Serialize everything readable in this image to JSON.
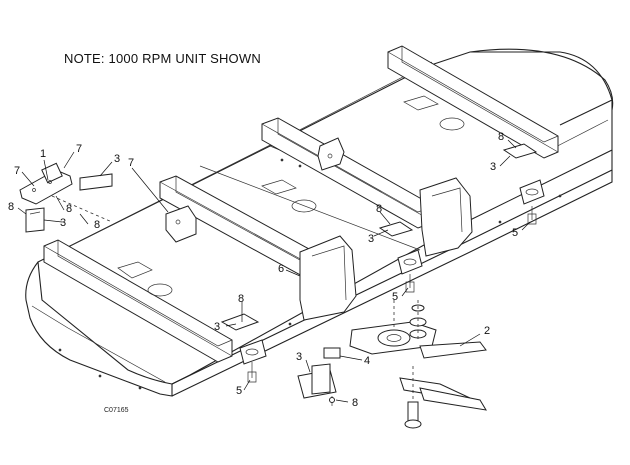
{
  "note": "NOTE: 1000 RPM UNIT SHOWN",
  "drawing_code": "C07165",
  "callouts": [
    {
      "id": "c1",
      "text": "1"
    },
    {
      "id": "c7a",
      "text": "7"
    },
    {
      "id": "c3a",
      "text": "3"
    },
    {
      "id": "c7b",
      "text": "7"
    },
    {
      "id": "c8a",
      "text": "8"
    },
    {
      "id": "c8b",
      "text": "8"
    },
    {
      "id": "c3b",
      "text": "3"
    },
    {
      "id": "c8c",
      "text": "8"
    },
    {
      "id": "c7c",
      "text": "7"
    },
    {
      "id": "c8d",
      "text": "8"
    },
    {
      "id": "c3c",
      "text": "3"
    },
    {
      "id": "c5a",
      "text": "5"
    },
    {
      "id": "c8e",
      "text": "8"
    },
    {
      "id": "c3d",
      "text": "3"
    },
    {
      "id": "c6",
      "text": "6"
    },
    {
      "id": "c8f",
      "text": "8"
    },
    {
      "id": "c3e",
      "text": "3"
    },
    {
      "id": "c5b",
      "text": "5"
    },
    {
      "id": "c2",
      "text": "2"
    },
    {
      "id": "c3f",
      "text": "3"
    },
    {
      "id": "c4",
      "text": "4"
    },
    {
      "id": "c5c",
      "text": "5"
    },
    {
      "id": "c8g",
      "text": "8"
    }
  ]
}
